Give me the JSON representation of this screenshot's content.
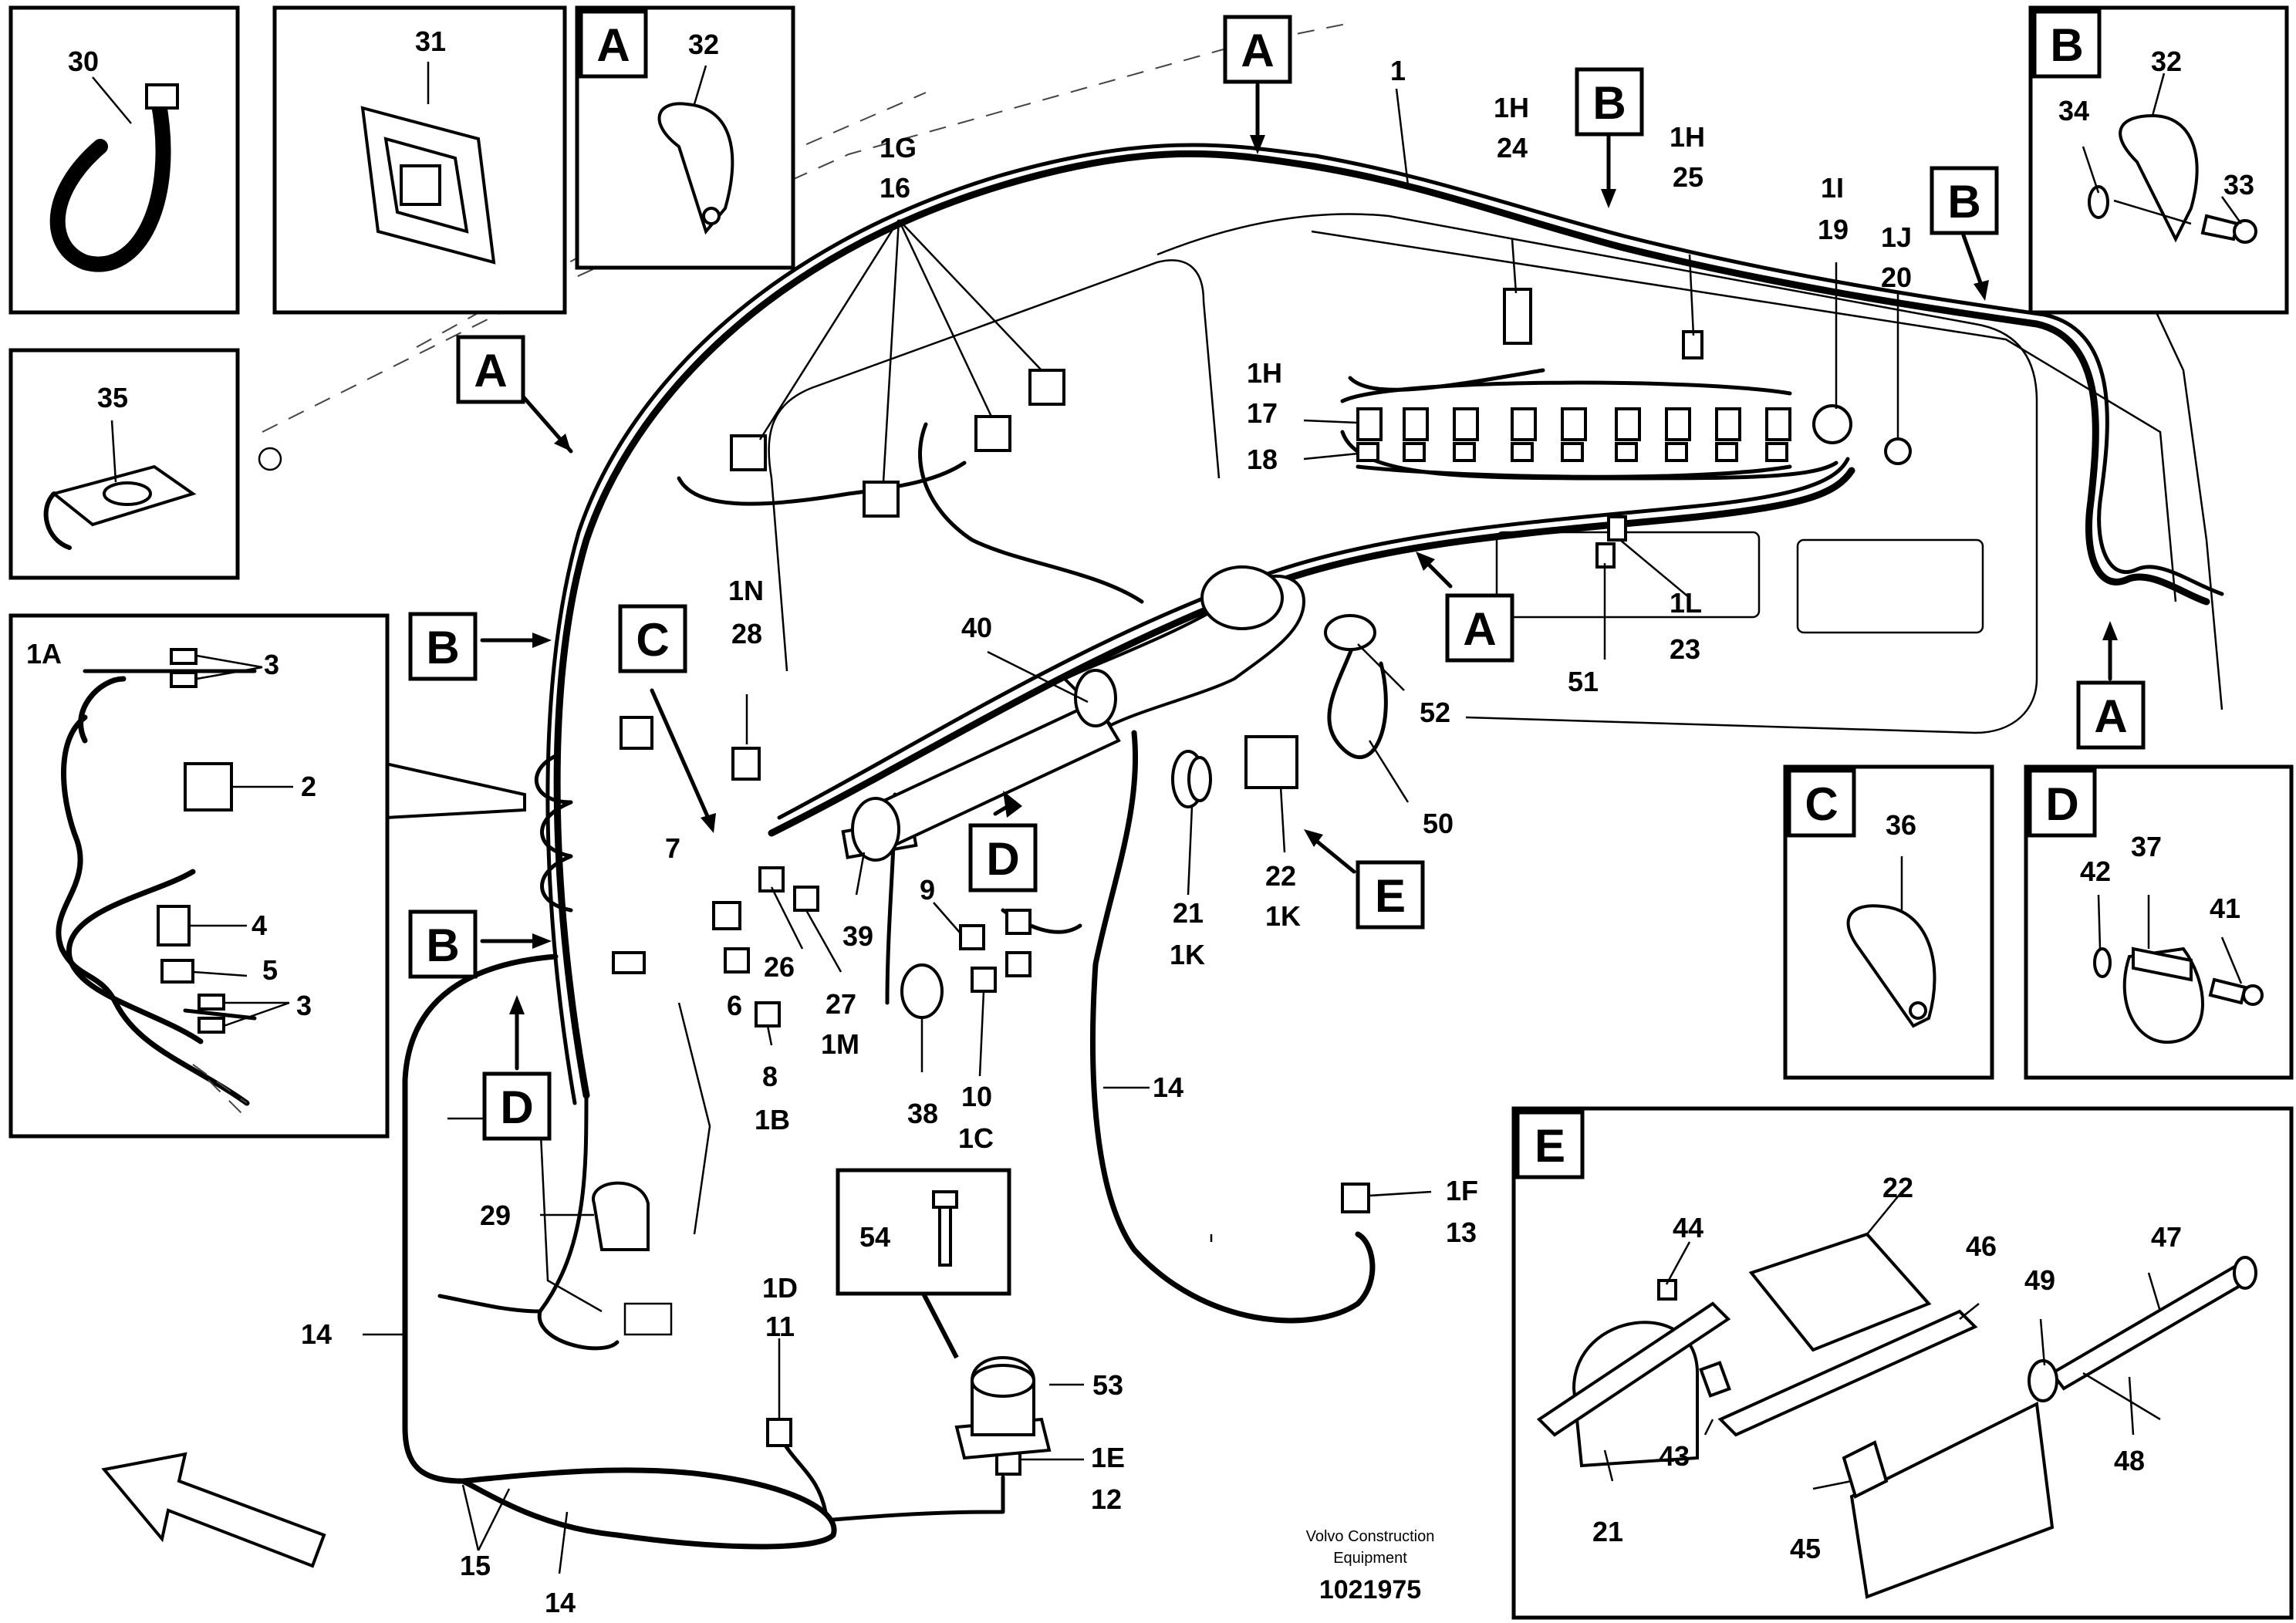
{
  "drawing": {
    "manufacturer_line1": "Volvo Construction",
    "manufacturer_line2": "Equipment",
    "document_number": "1021975"
  },
  "detail_views": [
    {
      "letter": "",
      "items": [
        "30"
      ]
    },
    {
      "letter": "",
      "items": [
        "31"
      ]
    },
    {
      "letter": "A",
      "items": [
        "32"
      ]
    },
    {
      "letter": "",
      "items": [
        "35"
      ]
    },
    {
      "letter": "B",
      "items": [
        "32",
        "34",
        "33"
      ]
    },
    {
      "letter": "C",
      "items": [
        "36"
      ]
    },
    {
      "letter": "D",
      "items": [
        "42",
        "37",
        "41"
      ]
    },
    {
      "letter": "E",
      "items": [
        "44",
        "22",
        "46",
        "49",
        "47",
        "43",
        "21",
        "45",
        "48"
      ]
    },
    {
      "letter": "1A",
      "items": [
        "3",
        "2",
        "4",
        "5",
        "3"
      ]
    }
  ],
  "view_markers": [
    "A",
    "A",
    "A",
    "A",
    "B",
    "B",
    "B",
    "B",
    "C",
    "D",
    "D",
    "E"
  ],
  "callouts": {
    "c1": "1",
    "c1H_24": "1H",
    "c24": "24",
    "c1H_25": "1H",
    "c25": "25",
    "c1I": "1I",
    "c19": "19",
    "c1J": "1J",
    "c20": "20",
    "c1G": "1G",
    "c16": "16",
    "c1H_17": "1H",
    "c17": "17",
    "c18": "18",
    "c1N": "1N",
    "c28": "28",
    "c40": "40",
    "c51": "51",
    "c1L": "1L",
    "c23": "23",
    "c52": "52",
    "c50": "50",
    "c7": "7",
    "c9": "9",
    "c39": "39",
    "c26": "26",
    "c27": "27",
    "c1M": "1M",
    "c6": "6",
    "c8": "8",
    "c1B": "1B",
    "c38": "38",
    "c10": "10",
    "c1C": "1C",
    "c21": "21",
    "c1K_21": "1K",
    "c22": "22",
    "c1K_22": "1K",
    "c14a": "14",
    "c1F": "1F",
    "c13": "13",
    "c29": "29",
    "c14b": "14",
    "c1D": "1D",
    "c11": "11",
    "c54": "54",
    "c53": "53",
    "c1E": "1E",
    "c12": "12",
    "c15": "15",
    "c14c": "14"
  }
}
